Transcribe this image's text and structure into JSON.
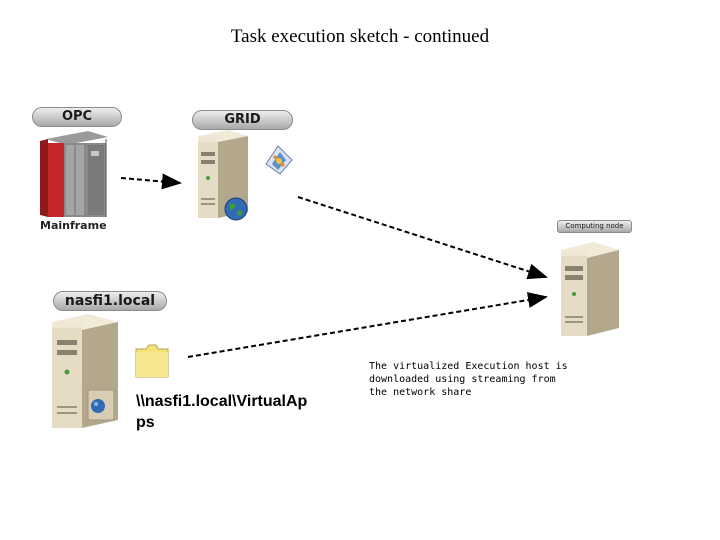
{
  "title": "Task execution sketch - continued",
  "nodes": {
    "opc": {
      "header": "OPC",
      "caption": "Mainframe"
    },
    "grid": {
      "header": "GRID"
    },
    "computing": {
      "header": "Computing node"
    },
    "nasfi": {
      "header": "nasfi1.local"
    }
  },
  "share_path": "\\\\nasfi1.local\\VirtualApps",
  "note": "The virtualized Execution host is downloaded using streaming from the network share",
  "colors": {
    "server_body": "#e6dcc6",
    "server_shadow": "#b4a88c",
    "mainframe_red": "#c4272a",
    "folder": "#f3e27a",
    "globe": "#2f6cb5"
  },
  "icons": [
    "mainframe-icon",
    "server-icon",
    "globe-icon",
    "grid-tool-icon",
    "folder-icon"
  ]
}
